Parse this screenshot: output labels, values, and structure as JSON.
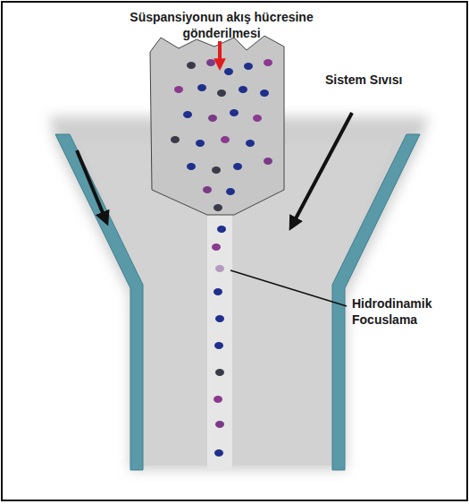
{
  "diagram": {
    "labels": [
      "Süspansiyonun akış hücresine gönderilmesi",
      "Sistem Sıvısı",
      "Hidrodinamik Focuslama"
    ]
  }
}
